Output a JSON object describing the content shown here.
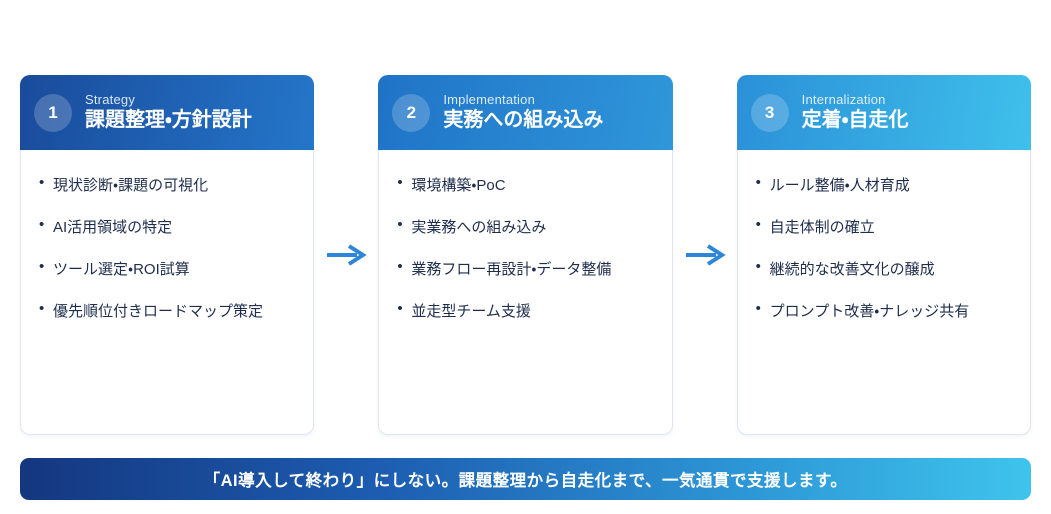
{
  "steps": [
    {
      "number": "1",
      "label": "Strategy",
      "title": "課題整理・方針設計",
      "items": [
        "現状診断・課題の可視化",
        "AI活用領域の特定",
        "ツール選定・ROI試算",
        "優先順位付きロードマップ策定"
      ]
    },
    {
      "number": "2",
      "label": "Implementation",
      "title": "実務への組み込み",
      "items": [
        "環境構築・PoC",
        "実業務への組み込み",
        "業務フロー再設計・データ整備",
        "並走型チーム支援"
      ]
    },
    {
      "number": "3",
      "label": "Internalization",
      "title": "定着・自走化",
      "items": [
        "ルール整備・人材育成",
        "自走体制の確立",
        "継続的な改善文化の醸成",
        "プロンプト改善・ナレッジ共有"
      ]
    }
  ],
  "banner": {
    "text": "「AI導入して終わり」にしない。課題整理から自走化まで、一気通貫で支援します。"
  },
  "colors": {
    "step1_header_gradient": [
      "#1a4b9b",
      "#2476ca"
    ],
    "step2_header_gradient": [
      "#2073c7",
      "#2f97da"
    ],
    "step3_header_gradient": [
      "#2b90d8",
      "#3fc0eb"
    ],
    "banner_gradient": [
      "#14377f",
      "#3ec4ec"
    ],
    "arrow": "#2e86d8",
    "card_border": "#dfe6f2",
    "item_text": "#1f2d4d"
  }
}
